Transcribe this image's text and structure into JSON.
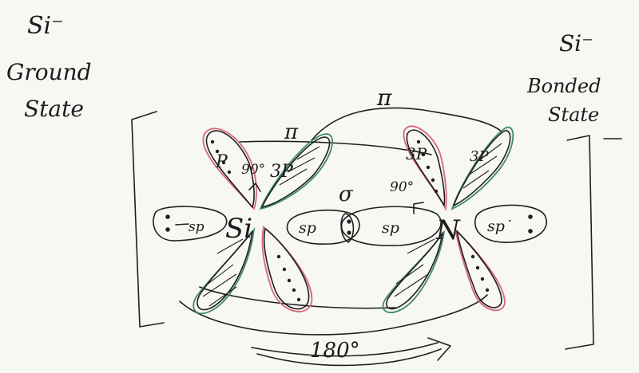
{
  "title_left_symbol": "Si⁻",
  "title_left_line1": "Ground",
  "title_left_line2": "State",
  "title_right_symbol": "Si⁻",
  "title_right_line1": "Bonded",
  "title_right_line2": "State",
  "labels": {
    "pi_top": "π",
    "pi_left": "π",
    "sigma": "σ",
    "angle_90_left": "90°",
    "angle_90_right": "90°",
    "p_left_pink": "P",
    "p_left_green": "3P",
    "p_right_pink": "3P",
    "p_right_green": "3P",
    "sp_far_left": "sp",
    "sp_bond_left": "sp",
    "sp_bond_right": "sp",
    "sp_far_right": "sp˙",
    "atom_left": "Si",
    "atom_right": "N",
    "angle_180": "180°"
  },
  "colors": {
    "ink": "#1f1f1f",
    "pink": "#d9677a",
    "green": "#3f8a6c",
    "paper": "#f7f7f4"
  }
}
